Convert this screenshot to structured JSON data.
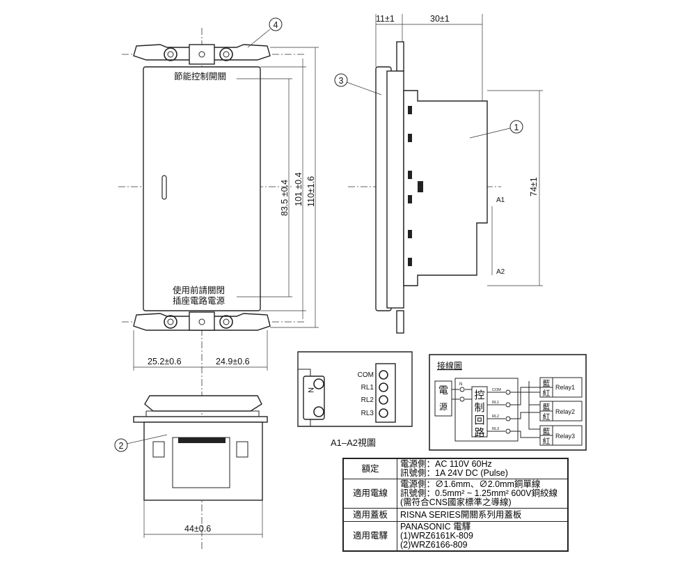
{
  "front_view": {
    "label_top": "節能控制開關",
    "label_bottom_1": "使用前請關閉",
    "label_bottom_2": "插座電路電源",
    "dim_height_inner": "83.5 ±0.4",
    "dim_height_mid": "101 ±0.4",
    "dim_height_outer": "110±1.6",
    "dim_left": "25.2±0.6",
    "dim_right": "24.9±0.6",
    "callout": "4"
  },
  "side_view": {
    "dim_front": "11±1",
    "dim_depth": "30±1",
    "dim_body": "74±1",
    "section_a1": "A1",
    "section_a2": "A2",
    "callout_cover": "3",
    "callout_body": "1"
  },
  "bottom_view": {
    "dim_width": "44±0.6",
    "callout": "2"
  },
  "terminal_view": {
    "title": "A1–A2視圖",
    "n_label": "N",
    "terminals": [
      "COM",
      "RL1",
      "RL2",
      "RL3"
    ]
  },
  "wiring": {
    "title": "接線圖",
    "power": "電源",
    "n_label": "N",
    "control": [
      "控",
      "制",
      "回",
      "路"
    ],
    "lines": [
      "COM",
      "RL1",
      "RL2",
      "RL3"
    ],
    "blue": "藍",
    "red": "紅",
    "relays": [
      "Relay1",
      "Relay2",
      "Relay3"
    ]
  },
  "spec_table": {
    "rows": [
      {
        "head": "額定",
        "lines": [
          "電源側：AC 110V 60Hz",
          "訊號側：1A 24V DC (Pulse)"
        ]
      },
      {
        "head": "適用電線",
        "lines": [
          "電源側：∅1.6mm、∅2.0mm銅單線",
          "訊號側：0.5mm² ~ 1.25mm² 600V銅絞線",
          "(需符合CNS國家標準之導線)"
        ]
      },
      {
        "head": "適用蓋板",
        "lines": [
          "RISNA SERIES開關系列用蓋板"
        ]
      },
      {
        "head": "適用電驛",
        "lines": [
          "PANASONIC 電驛",
          "(1)WRZ6161K-809",
          "(2)WRZ6166-809"
        ]
      }
    ]
  }
}
